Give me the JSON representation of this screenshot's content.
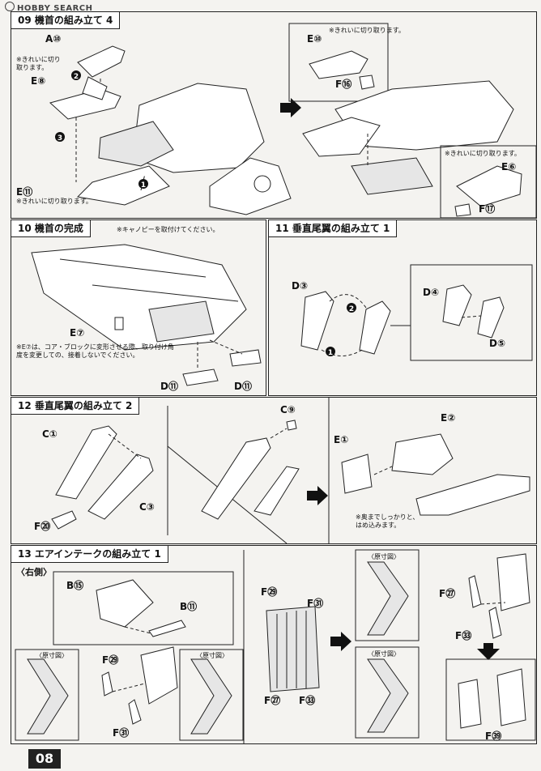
{
  "watermark": "HOBBY SEARCH",
  "page_number": "08",
  "step09": {
    "title": "09 機首の組み立て 4",
    "labels": [
      "A⑩",
      "E⑧",
      "E⑪",
      "E⑩",
      "F⑯",
      "E⑥",
      "F⑰"
    ],
    "notes": [
      "※きれいに切り取ります。",
      "※きれいに切り取ります。",
      "※きれいに切り取ります。",
      "※きれいに切り取ります。"
    ],
    "order_marks": [
      "2",
      "3",
      "1"
    ]
  },
  "step10": {
    "title": "10 機首の完成",
    "labels": [
      "E⑦",
      "D⑪",
      "D⑪"
    ],
    "notes": [
      "※キャノピーを取付けてください。",
      "※E⑦は、コア・ブロックに変形させる際、取り付け角度を変更しての、接着しないでください。"
    ]
  },
  "step11": {
    "title": "11 垂直尾翼の組み立て 1",
    "labels": [
      "D③",
      "D④",
      "D⑤"
    ],
    "order_marks": [
      "2",
      "1"
    ]
  },
  "step12": {
    "title": "12 垂直尾翼の組み立て 2",
    "labels": [
      "C①",
      "C③",
      "F⑳",
      "C⑨",
      "E②",
      "E①"
    ],
    "notes": [
      "※奥までしっかりと、はめ込みます。"
    ]
  },
  "step13": {
    "title": "13 エアインテークの組み立て 1",
    "side": "〈右側〉",
    "labels": [
      "B⑮",
      "B⑪",
      "F㉙",
      "F㉛",
      "F㉙",
      "F㉛",
      "F㉗",
      "F㉝",
      "F㉗",
      "F㉝",
      "F㊴"
    ],
    "scale_notes": [
      "〈原寸図〉",
      "〈原寸図〉",
      "〈原寸図〉",
      "〈原寸図〉"
    ]
  }
}
